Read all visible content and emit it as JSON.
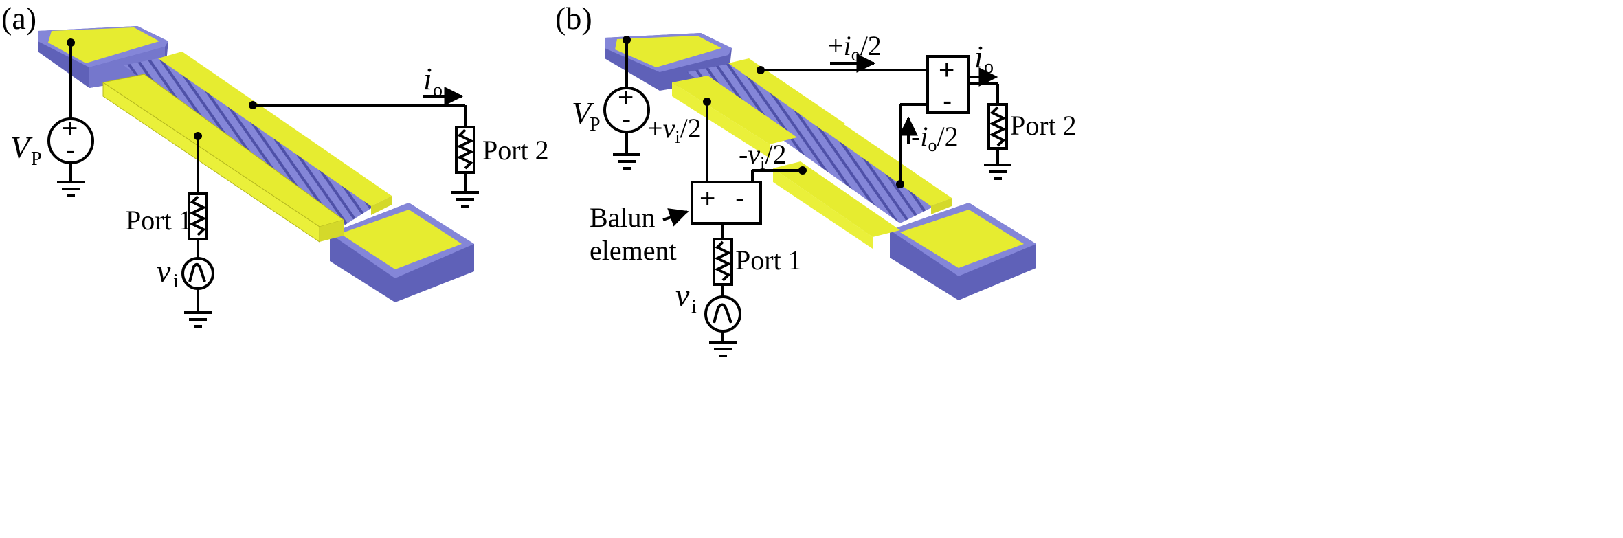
{
  "panel_a": {
    "label": "(a)",
    "vp_label": "V",
    "vp_sub": "P",
    "port1_label": "Port 1",
    "port2_label": "Port 2",
    "vi_label": "v",
    "vi_sub": "i",
    "io_label": "i",
    "io_sub": "o"
  },
  "panel_b": {
    "label": "(b)",
    "vp_label": "V",
    "vp_sub": "P",
    "plus_vi_half": {
      "prefix": "+",
      "var": "v",
      "sub": "i",
      "suffix": "/2"
    },
    "minus_vi_half": {
      "prefix": "-",
      "var": "v",
      "sub": "i",
      "suffix": "/2"
    },
    "plus_io_half": {
      "prefix": "+",
      "var": "i",
      "sub": "o",
      "suffix": "/2"
    },
    "minus_io_half": {
      "prefix": "-",
      "var": "i",
      "sub": "o",
      "suffix": "/2"
    },
    "io_label": "i",
    "io_sub": "o",
    "balun_line1": "Balun",
    "balun_line2": "element",
    "balun_plus": "+",
    "balun_minus": "-",
    "comb_plus": "+",
    "comb_minus": "-",
    "port1_label": "Port 1",
    "port2_label": "Port 2",
    "vi_label": "v",
    "vi_sub": "i"
  },
  "colors": {
    "electrode": "#e6ec30",
    "electrode_side": "#d4d92a",
    "substrate": "#8486d8",
    "substrate_dark": "#5f61b8",
    "wire": "#000000"
  }
}
